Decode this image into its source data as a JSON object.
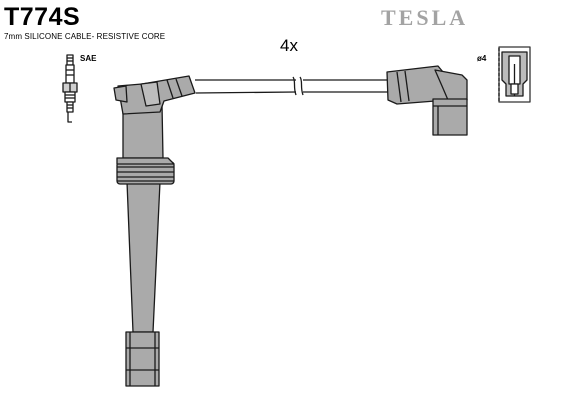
{
  "header": {
    "part_number": "T774S",
    "description": "7mm SILICONE CABLE- RESISTIVE CORE",
    "brand": "TESLA"
  },
  "diagram": {
    "quantity": "4x",
    "plug_standard": "SAE",
    "terminal_diameter": "ø4",
    "colors": {
      "part_fill": "#aaaaaa",
      "outline": "#1a1a1a",
      "brand": "#a3a3a3"
    }
  }
}
